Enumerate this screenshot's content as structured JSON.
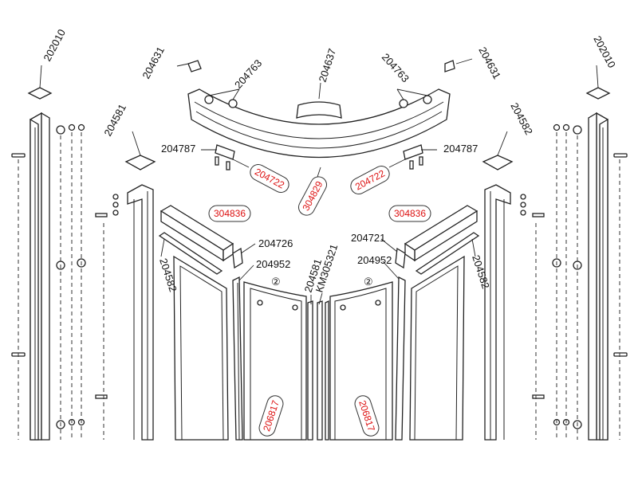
{
  "labels": {
    "post_left": "202010",
    "post_right": "202010",
    "cap_left": "204631",
    "cap_right": "204631",
    "roller_left": "204763",
    "roller_right": "204763",
    "top_center": "204637",
    "endcap_left": "204581",
    "endcap_right": "204582",
    "bracket_left": "204787",
    "bracket_right": "204787",
    "seal_left": "204722",
    "seal_right": "204722",
    "arc_center": "304829",
    "profile_left": "304836",
    "profile_right": "304836",
    "clip_left": "204726",
    "clip_right": "204721",
    "guide_left": "204952",
    "guide_right": "204952",
    "side_left": "204582",
    "side_right": "204582",
    "mid_seal_a": "204581",
    "mid_seal_b": "KM305321",
    "circle_left": "②",
    "circle_right": "②",
    "door_left": "206817",
    "door_right": "206817"
  }
}
